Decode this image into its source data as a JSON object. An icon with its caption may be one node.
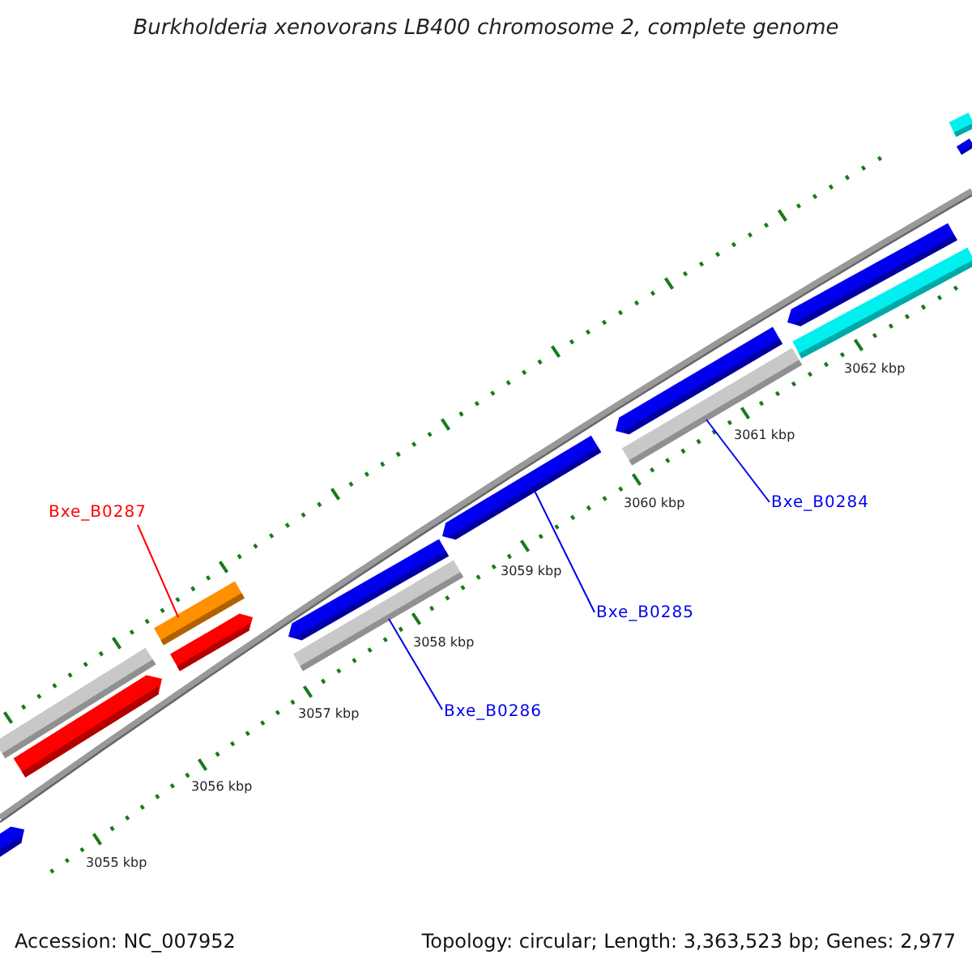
{
  "diagram": {
    "title": "Burkholderia xenovorans LB400 chromosome 2, complete genome",
    "nodes": [
      {
        "text": [],
        "shape": "bar"
      },
      {
        "text": [],
        "shape": "bar"
      },
      {
        "text": [],
        "shape": "bar"
      },
      {
        "text": [
          "Bxe_B0287"
        ]
      },
      {
        "text": [],
        "shape": "bar"
      },
      {
        "text": [],
        "shape": "bar"
      },
      {
        "text": [],
        "shape": "bar"
      },
      {
        "text": [],
        "shape": "bar"
      },
      {
        "text": [
          "Bxe_B0286"
        ]
      },
      {
        "text": [],
        "shape": "bar"
      },
      {
        "text": [
          "Bxe_B0285"
        ]
      },
      {
        "text": [],
        "shape": "bar"
      },
      {
        "text": [],
        "shape": "bar"
      },
      {
        "text": [
          "Bxe_B0284"
        ]
      },
      {
        "text": [],
        "shape": "bar"
      },
      {
        "text": [],
        "shape": "bar"
      },
      {
        "text": [],
        "shape": "bar"
      },
      {
        "text": [],
        "shape": "bar"
      }
    ],
    "edges": [
      {
        "from": 3,
        "to": 4,
        "arrow": "none",
        "color": "#ff0000"
      },
      {
        "from": 8,
        "to": 7,
        "arrow": "none"
      },
      {
        "from": 10,
        "to": 9,
        "arrow": "none"
      },
      {
        "from": 13,
        "to": 12,
        "arrow": "none"
      }
    ],
    "labels": [
      "3055 kbp",
      "3056 kbp",
      "3057 kbp",
      "3058 kbp",
      "3059 kbp",
      "3060 kbp",
      "3061 kbp",
      "3062 kbp",
      "Accession: NC_007952",
      "Topology: circular; Length: 3,363,523 bp; Genes: 2,977"
    ]
  }
}
